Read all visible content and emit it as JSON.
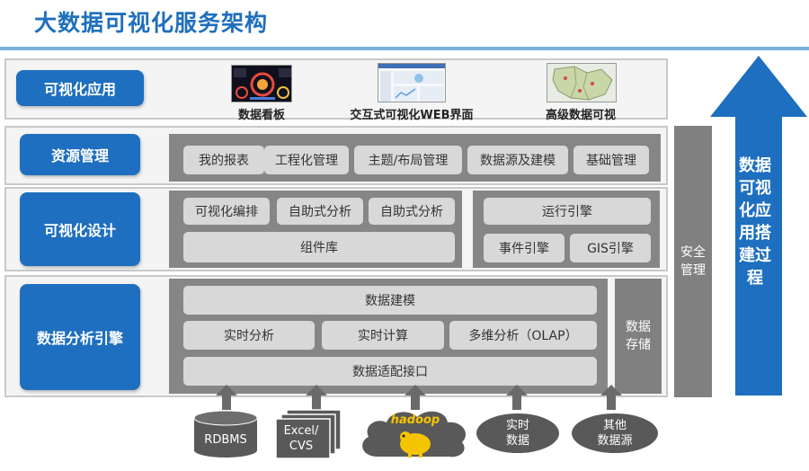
{
  "title": "大数据可视化服务架构",
  "layers": {
    "app": {
      "label": "可视化应用",
      "items": [
        "数据看板",
        "交互式可视化WEB界面",
        "高级数据可视"
      ]
    },
    "resource": {
      "label": "资源管理",
      "items": [
        "我的报表",
        "工程化管理",
        "主题/布局管理",
        "数据源及建模",
        "基础管理"
      ]
    },
    "design": {
      "label": "可视化设计",
      "items": [
        "可视化编排",
        "自助式分析",
        "自助式分析"
      ],
      "library": "组件库",
      "engines": [
        "运行引擎",
        "事件引擎",
        "GIS引擎"
      ]
    },
    "analysis": {
      "label": "数据分析引擎",
      "modeling": "数据建模",
      "compute": [
        "实时分析",
        "实时计算",
        "多维分析（OLAP）"
      ],
      "adapter": "数据适配接口",
      "storage": "数据\n存储"
    }
  },
  "security": "安全\n管理",
  "build_process": "数据可视化应用搭建过程",
  "sources": {
    "rdbms": "RDBMS",
    "excel": "Excel/\nCVS",
    "hadoop": "hadoop",
    "realtime": "实时\n数据",
    "other": "其他\n数据源"
  },
  "colors": {
    "accent": "#1e6fbf",
    "panel": "#868686",
    "cell": "#d8d8d8",
    "source": "#595959"
  }
}
